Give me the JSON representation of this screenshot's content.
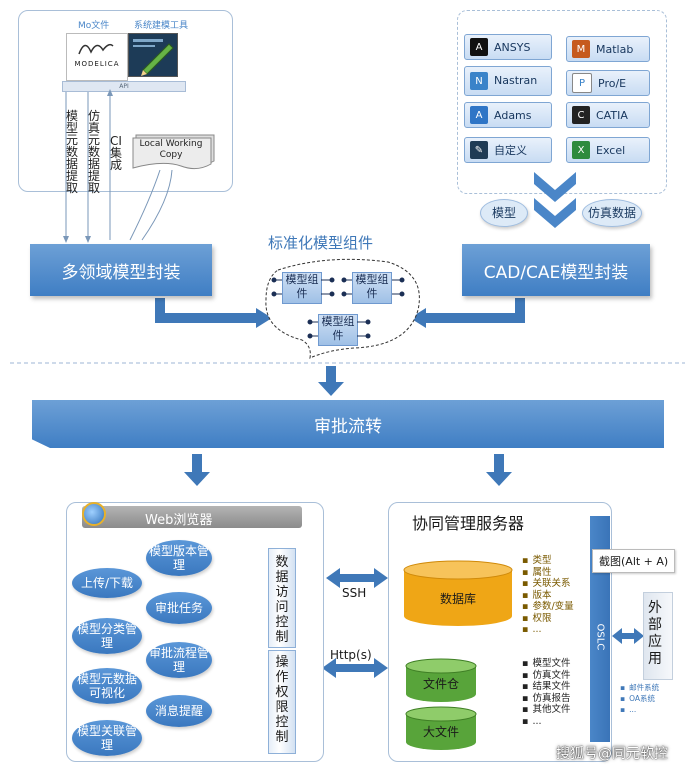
{
  "top_left": {
    "mo_file_label": "Mo文件",
    "modeling_tool_label": "系统建模工具",
    "modelica_logo_text": "MODELICA",
    "api_label": "API",
    "col1": "模型元数据提取",
    "col2": "仿真元数据提取",
    "col3": "CI集成",
    "local_copy": "Local Working Copy"
  },
  "top_right": {
    "tools": [
      "ANSYS",
      "Matlab",
      "Nastran",
      "Pro/E",
      "Adams",
      "CATIA",
      "自定义",
      "Excel"
    ],
    "model_label": "模型",
    "sim_data_label": "仿真数据"
  },
  "bars": {
    "multi_domain": "多领域模型封装",
    "cad_cae": "CAD/CAE模型封装",
    "approval_flow": "审批流转"
  },
  "component": {
    "title": "标准化模型组件",
    "items": [
      "模型组件",
      "模型组件",
      "模型组件"
    ]
  },
  "web": {
    "title": "Web浏览器",
    "ovals": [
      "上传/下载",
      "模型版本管理",
      "审批任务",
      "模型分类管理",
      "审批流程管理",
      "模型元数据可视化",
      "消息提醒",
      "模型关联管理"
    ],
    "data_access": "数据访问控制",
    "op_permission": "操作权限控制"
  },
  "links": {
    "ssh": "SSH",
    "http": "Http(s)"
  },
  "server": {
    "title": "协同管理服务器",
    "database": "数据库",
    "db_items": [
      "类型",
      "属性",
      "关联关系",
      "版本",
      "参数/变量",
      "权限",
      "..."
    ],
    "file_store": "文件仓",
    "big_file": "大文件",
    "file_items": [
      "模型文件",
      "仿真文件",
      "结果文件",
      "仿真报告",
      "其他文件",
      "..."
    ],
    "oslc": "OSLC"
  },
  "screenshot_tip": "截图(Alt + A)",
  "external": {
    "title": "外部应用",
    "items": [
      "邮件系统",
      "OA系统",
      "..."
    ]
  },
  "watermark": "搜狐号@同元软控",
  "colors": {
    "bar_blue": "#4a86c8",
    "arrow_blue": "#3f78b8",
    "db_orange": "#f0a817",
    "file_green": "#5aa63a"
  }
}
